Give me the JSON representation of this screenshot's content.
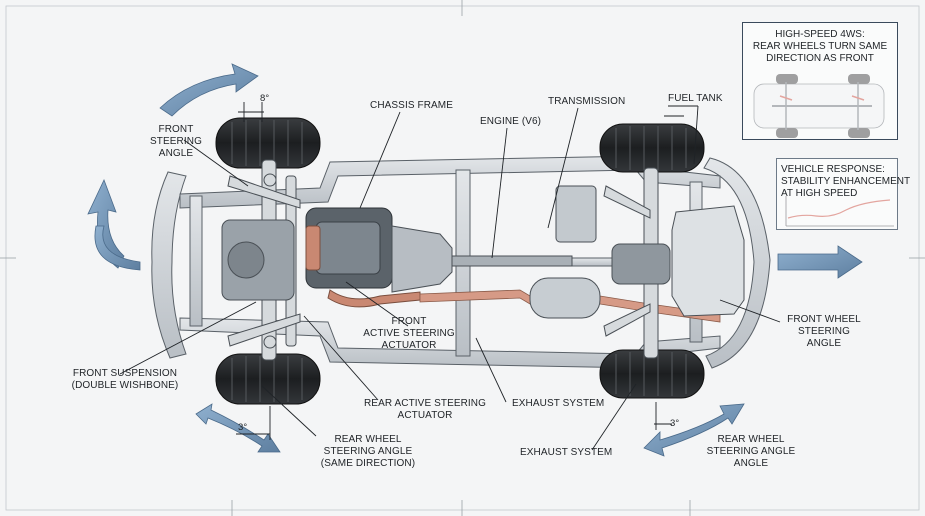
{
  "labels": {
    "front_steering_angle": [
      "FRONT",
      "STEERING",
      "ANGLE"
    ],
    "angle_front": "8°",
    "chassis_frame": "CHASSIS FRAME",
    "engine": "ENGINE (V6)",
    "transmission": "TRANSMISSION",
    "fuel_tank": "FUEL TANK",
    "front_active_steering": [
      "FRONT",
      "ACTIVE STEERING",
      "ACTUATOR"
    ],
    "front_suspension": [
      "FRONT SUSPENSION",
      "(DOUBLE WISHBONE)"
    ],
    "rear_active_steering": [
      "REAR ACTIVE STEERING",
      "ACTUATOR"
    ],
    "exhaust_system_1": "EXHAUST SYSTEM",
    "exhaust_system_2": "EXHAUST SYSTEM",
    "rear_wheel_angle_left": [
      "REAR WHEEL",
      "STEERING ANGLE",
      "(SAME DIRECTION)"
    ],
    "angle_rear_left": "3°",
    "angle_rear_right": "3°",
    "front_wheel_steering_right": [
      "FRONT WHEEL",
      "STEERING",
      "ANGLE"
    ],
    "rear_wheel_angle_right": [
      "REAR WHEEL",
      "STEERING ANGLE",
      "ANGLE"
    ]
  },
  "inset_4ws": {
    "lines": [
      "HIGH-SPEED 4WS:",
      "REAR WHEELS TURN SAME",
      "DIRECTION AS FRONT"
    ]
  },
  "inset_response": {
    "lines": [
      "VEHICLE RESPONSE:",
      "STABILITY ENHANCEMENT",
      "AT HIGH SPEED"
    ]
  },
  "colors": {
    "ink": "#1f2327",
    "frame": "#c9ced3",
    "tire": "#2a2c2e",
    "accent_blue": "#6f8fad",
    "copper": "#c98872",
    "red": "#c0392b"
  }
}
